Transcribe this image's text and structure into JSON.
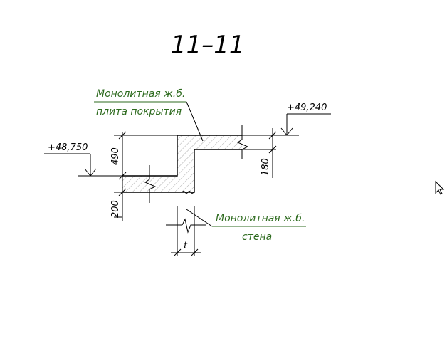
{
  "colors": {
    "line": "#000000",
    "leader_label": "#2e6b1f",
    "hatch": "#8a8a8a",
    "background": "#ffffff"
  },
  "drawing": {
    "section_title": "11–11",
    "label_slab_line1": "Монолитная ж.б.",
    "label_slab_line2": "плита покрытия",
    "label_wall_line1": "Монолитная ж.б.",
    "label_wall_line2": "стена",
    "elev_top": "+49,240",
    "elev_bottom": "+48,750",
    "dim_490": "490",
    "dim_200": "200",
    "dim_180": "180",
    "dim_t": "t"
  },
  "cursor": {
    "icon": "mouse-pointer-icon"
  }
}
